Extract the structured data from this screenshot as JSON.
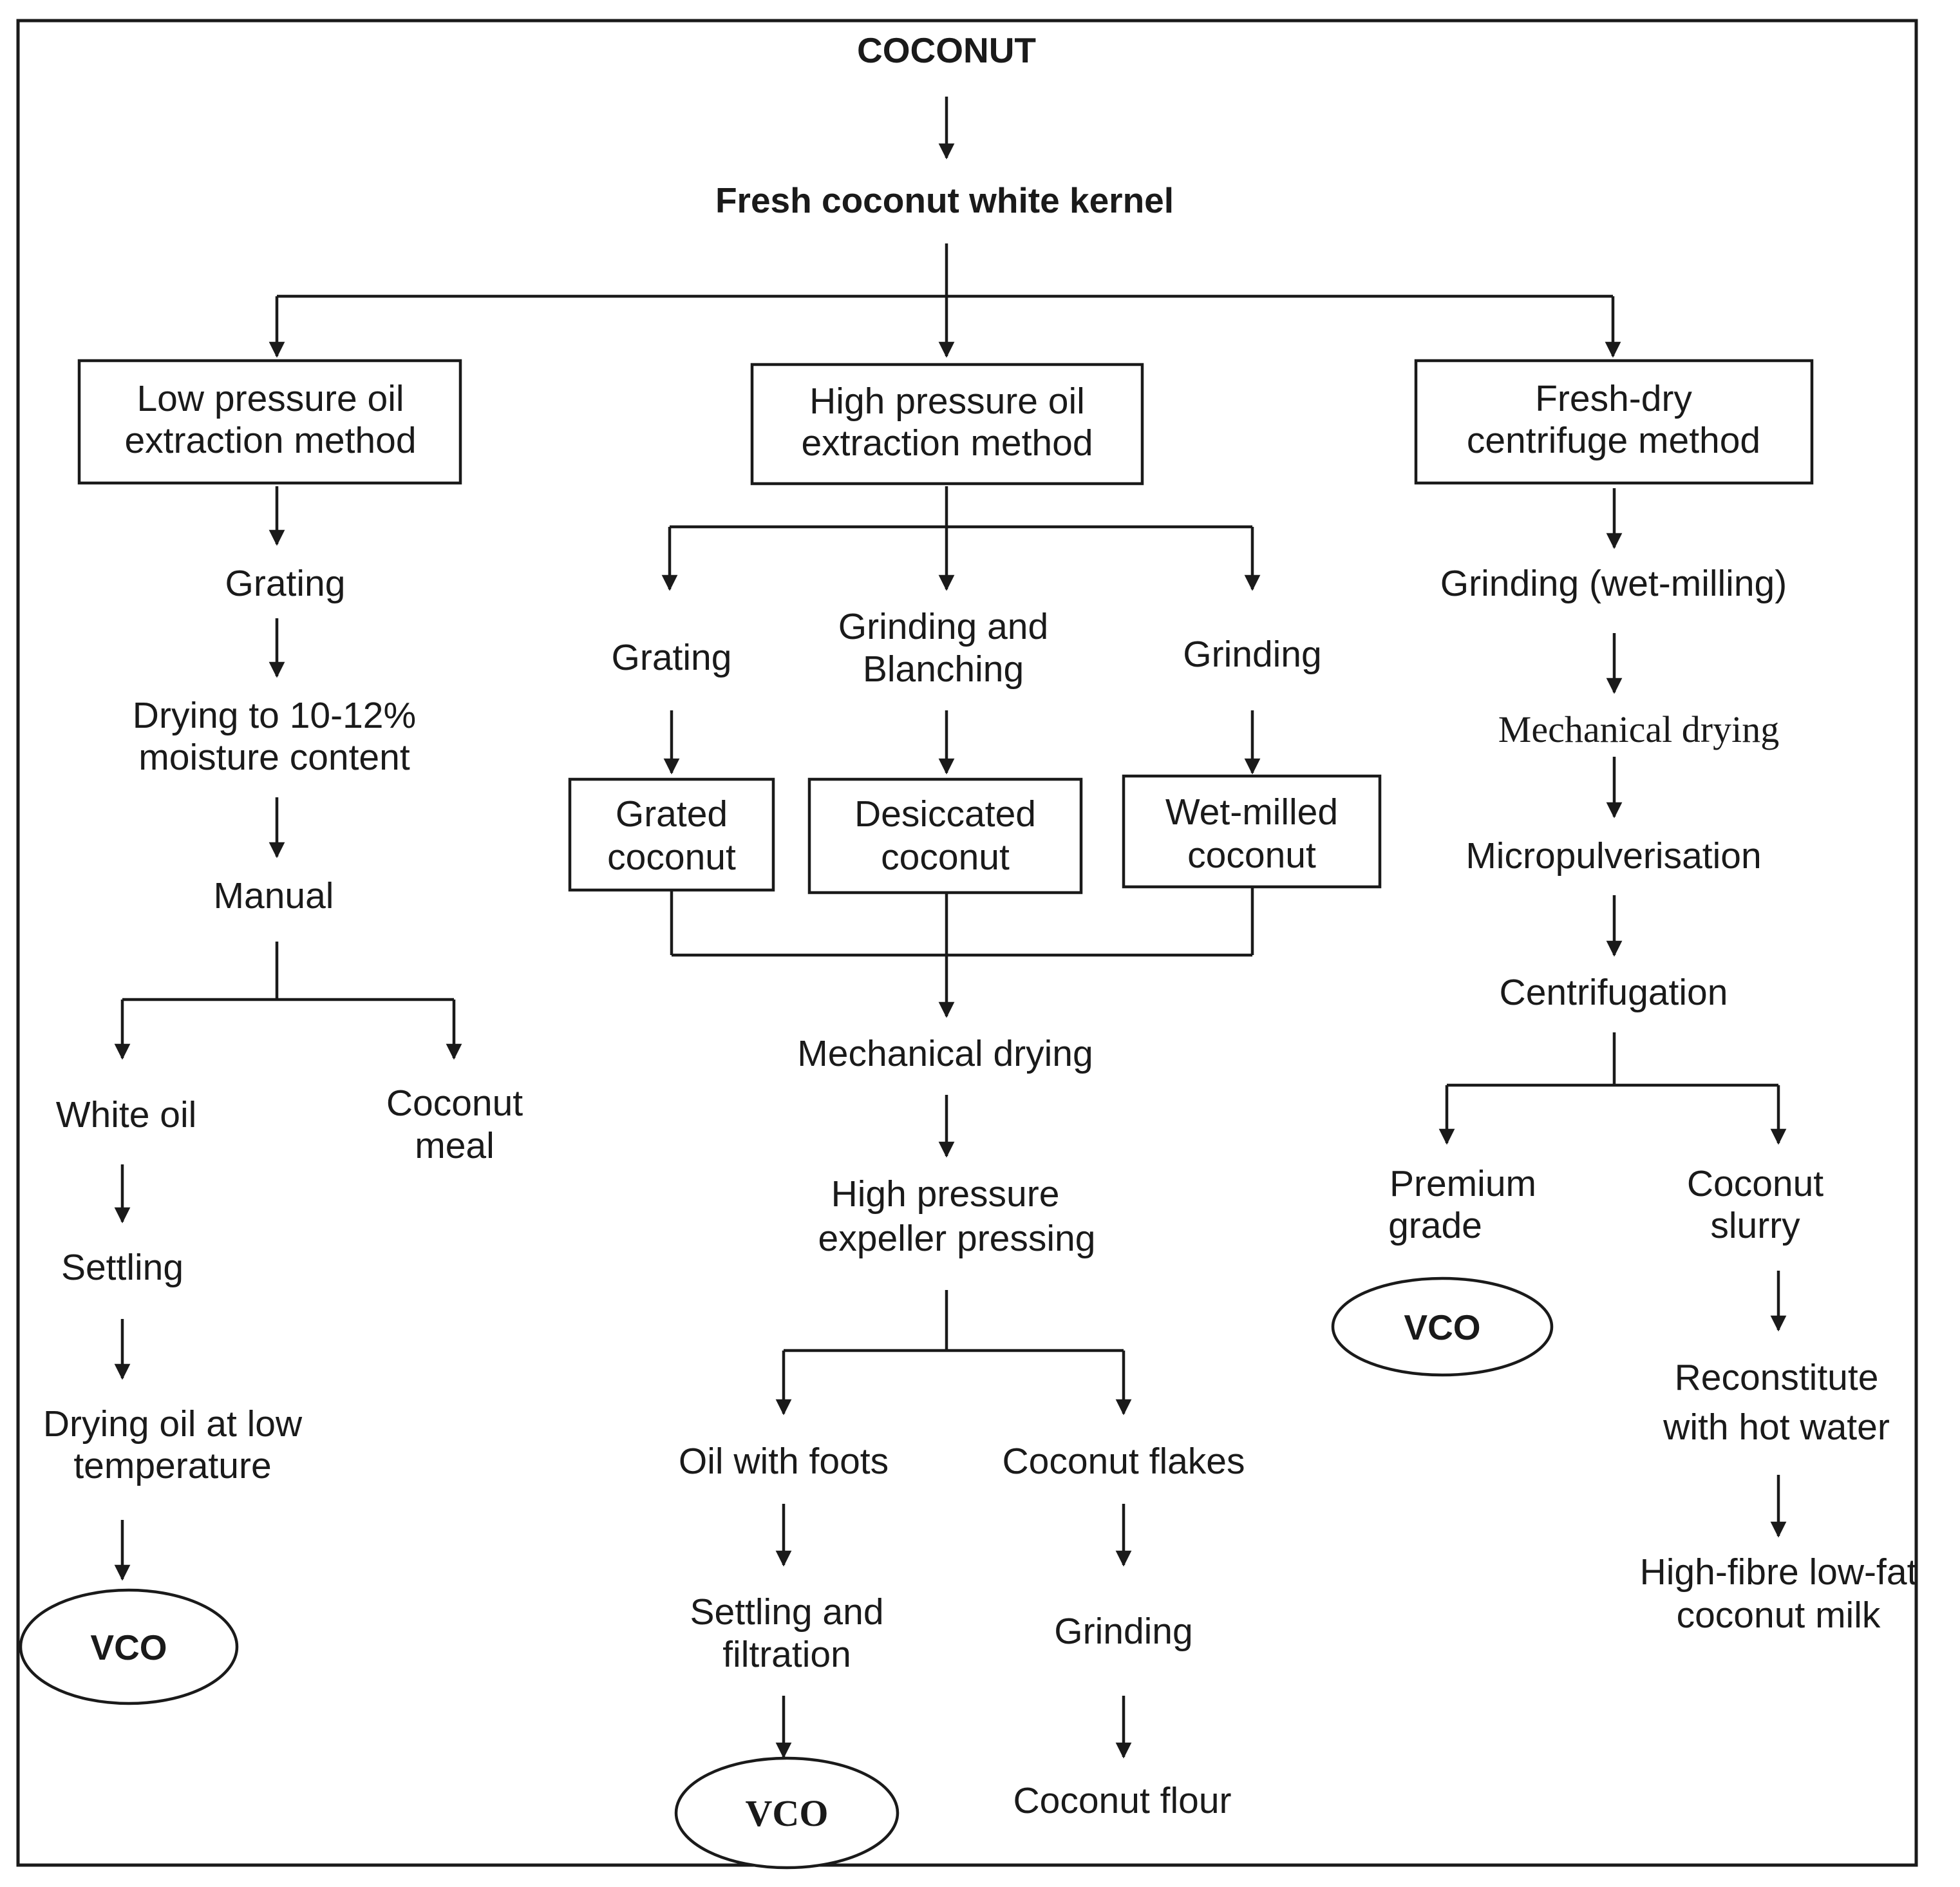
{
  "root": "COCONUT",
  "kernel": "Fresh coconut white kernel",
  "low_pressure": {
    "method": [
      "Low pressure oil",
      "extraction method"
    ],
    "grating": "Grating",
    "drying": [
      "Drying to 10-12%",
      "moisture content"
    ],
    "manual": "Manual",
    "white_oil": "White oil",
    "coconut_meal": [
      "Coconut",
      "meal"
    ],
    "settling": "Settling",
    "drying_oil": [
      "Drying oil at low",
      "temperature"
    ],
    "vco": "VCO"
  },
  "high_pressure": {
    "method": [
      "High pressure oil",
      "extraction method"
    ],
    "grating": "Grating",
    "grinding_blanching": [
      "Grinding and",
      "Blanching"
    ],
    "grinding": "Grinding",
    "grated": [
      "Grated",
      "coconut"
    ],
    "desiccated": [
      "Desiccated",
      "coconut"
    ],
    "wet_milled": [
      "Wet-milled",
      "coconut"
    ],
    "mech_drying": "Mechanical drying",
    "expeller": [
      "High pressure",
      "expeller pressing"
    ],
    "oil_foots": "Oil with foots",
    "flakes": "Coconut flakes",
    "settling_filtration": [
      "Settling and",
      "filtration"
    ],
    "grinding2": "Grinding",
    "vco": "VCO",
    "flour": "Coconut flour"
  },
  "fresh_dry": {
    "method": [
      "Fresh-dry",
      "centrifuge method"
    ],
    "grinding_wet": "Grinding (wet-milling)",
    "mech_drying": "Mechanical drying",
    "micropulverisation": "Micropulverisation",
    "centrifugation": "Centrifugation",
    "premium": [
      "Premium",
      "grade"
    ],
    "slurry": [
      "Coconut",
      "slurry"
    ],
    "vco": "VCO",
    "reconstitute": [
      "Reconstitute",
      "with hot water"
    ],
    "milk": [
      "High-fibre low-fat",
      "coconut milk"
    ]
  }
}
